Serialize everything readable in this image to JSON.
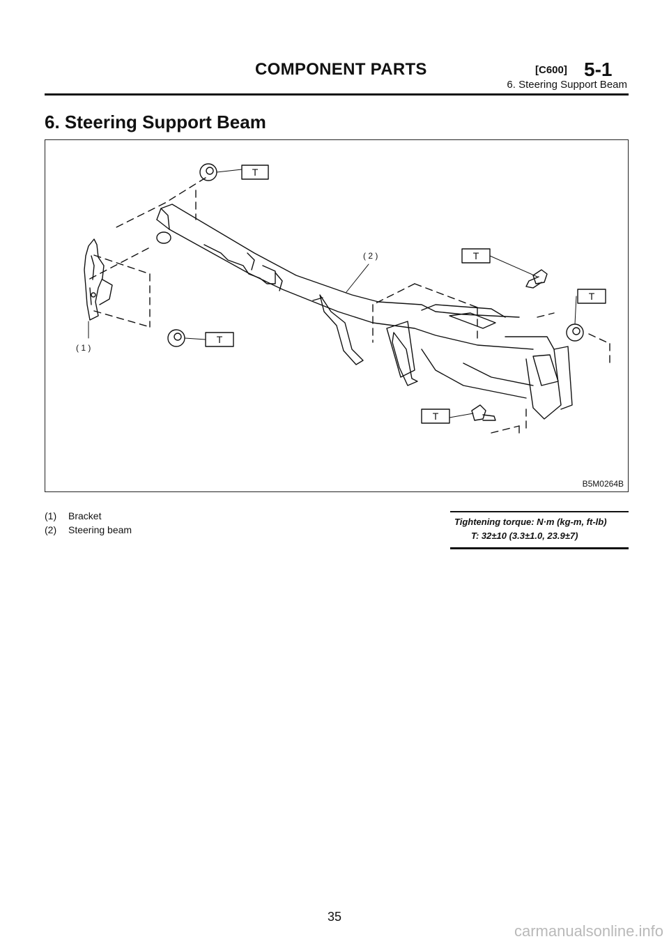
{
  "header": {
    "title": "COMPONENT PARTS",
    "code": "[C600]",
    "section": "5-1",
    "subtitle": "6. Steering Support Beam"
  },
  "page_title": "6. Steering Support Beam",
  "figure": {
    "code": "B5M0264B",
    "callouts": {
      "torque_tag": "T",
      "bracket": "( 1 )",
      "steering_beam": "( 2 )"
    }
  },
  "legend": [
    {
      "num": "(1)",
      "label": "Bracket"
    },
    {
      "num": "(2)",
      "label": "Steering beam"
    }
  ],
  "torque": {
    "heading": "Tightening torque: N·m (kg-m, ft-lb)",
    "value": "T: 32±10 (3.3±1.0, 23.9±7)"
  },
  "page_number": "35",
  "watermark": "carmanualsonline.info"
}
